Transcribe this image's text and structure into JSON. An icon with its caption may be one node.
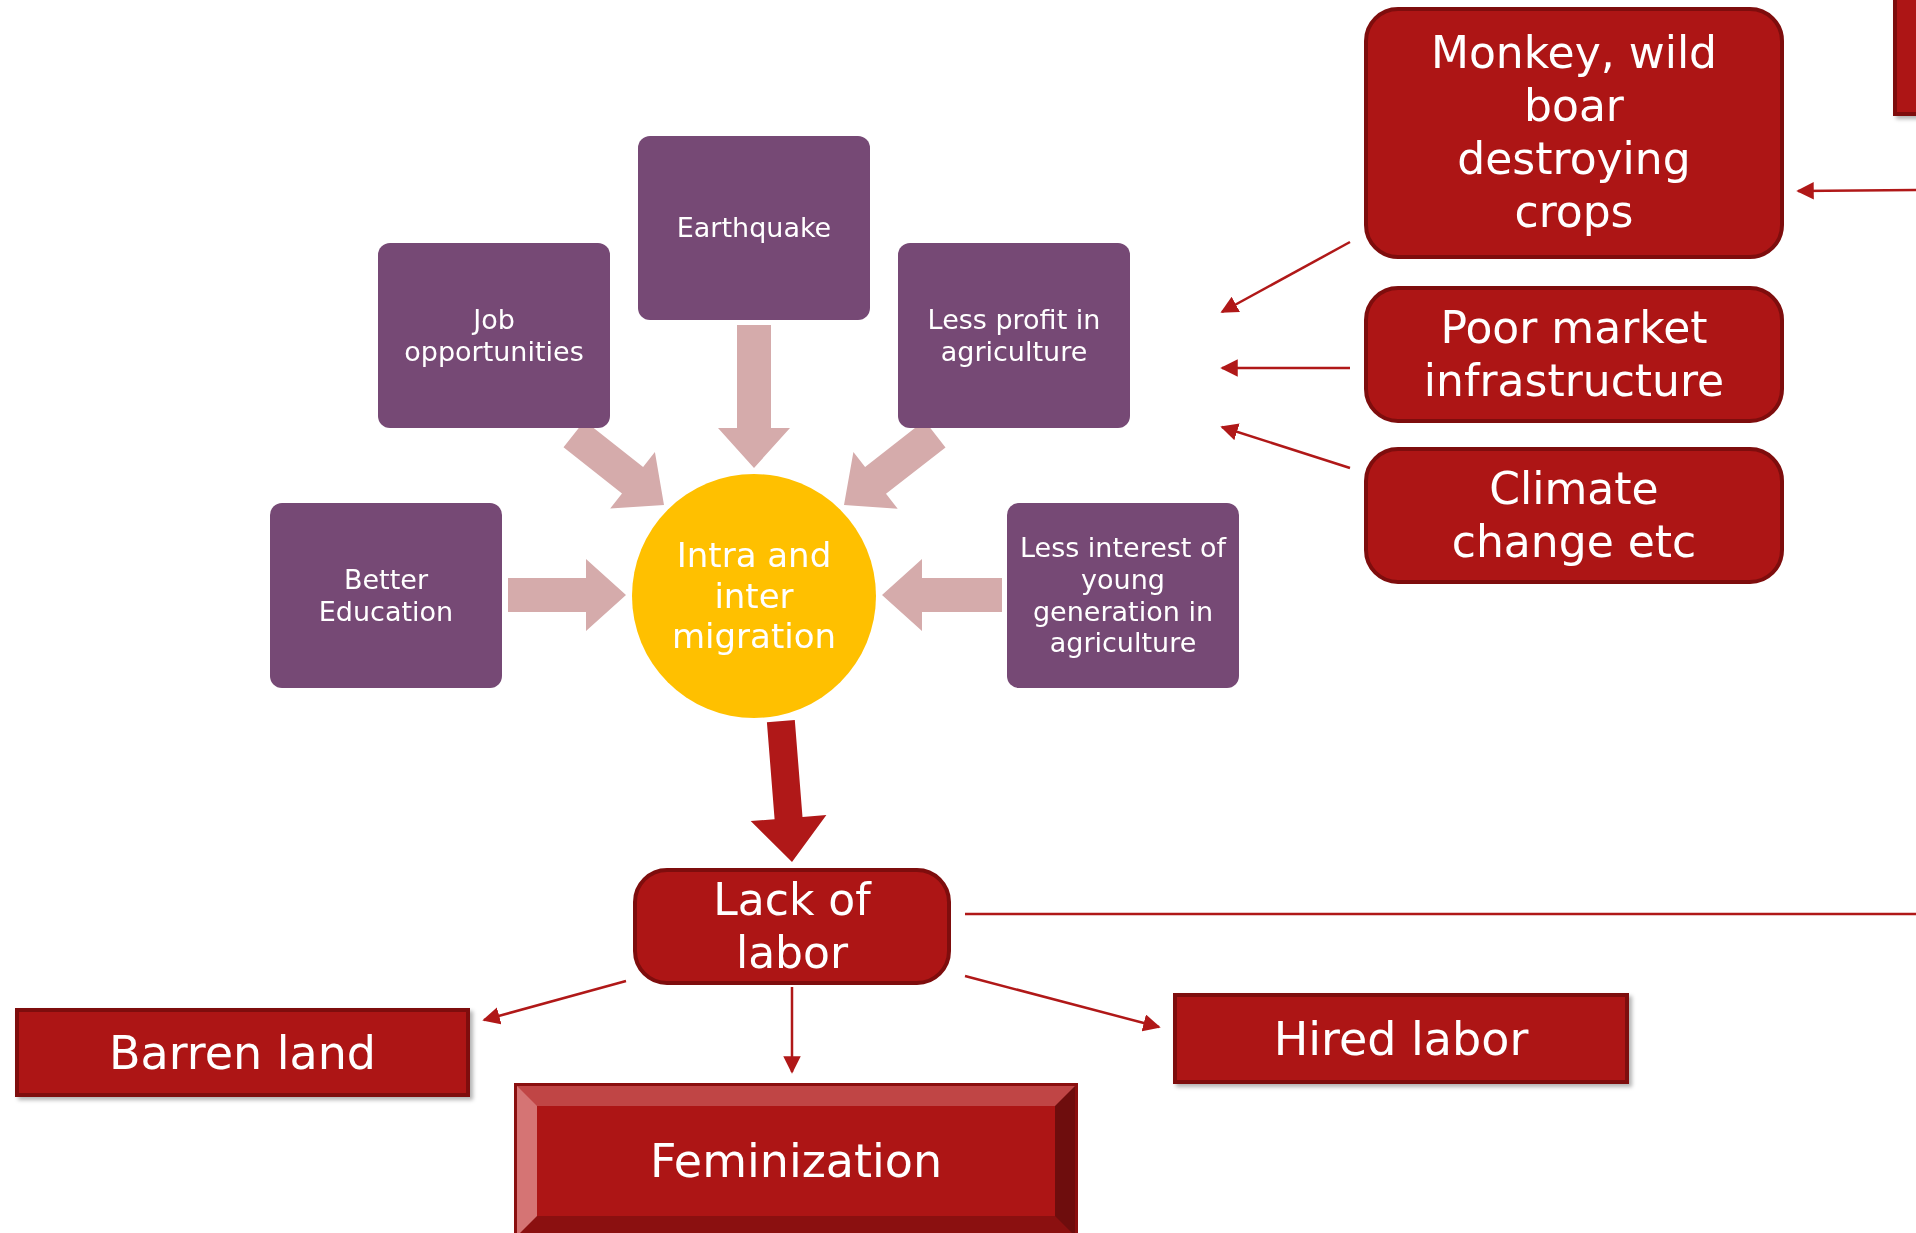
{
  "diagram": {
    "nodes": [
      {
        "text": [
          "Monkey, wild boar destroying crops"
        ]
      },
      {
        "text": [],
        "shape": "box"
      },
      {
        "text": [
          "Earthquake"
        ]
      },
      {
        "text": [
          "Job opportunities"
        ]
      },
      {
        "text": [
          "Less profit in agriculture"
        ]
      },
      {
        "text": [
          "Poor market infrastructure"
        ]
      },
      {
        "text": [
          "Climate change etc"
        ]
      },
      {
        "text": [
          "Better Education"
        ]
      },
      {
        "text": [
          "Intra and inter migration"
        ]
      },
      {
        "text": [
          "Less interest of young generation in agriculture"
        ]
      },
      {
        "text": [
          "Lack of labor"
        ]
      },
      {
        "text": [
          "Barren land"
        ]
      },
      {
        "text": [
          "Hired labor"
        ]
      },
      {
        "text": [
          "Feminization"
        ]
      }
    ],
    "edges": [
      {
        "from": null,
        "to": 0,
        "arrow": "to"
      },
      {
        "from": 0,
        "to": null,
        "arrow": "to"
      },
      {
        "from": 5,
        "to": null,
        "arrow": "to"
      },
      {
        "from": 6,
        "to": null,
        "arrow": "to"
      },
      {
        "from": 3,
        "to": 8,
        "arrow": "to",
        "style": "thick",
        "color": "#d5abab"
      },
      {
        "from": 2,
        "to": 8,
        "arrow": "to",
        "style": "thick",
        "color": "#d5abab"
      },
      {
        "from": 4,
        "to": 8,
        "arrow": "to",
        "style": "thick",
        "color": "#d5abab"
      },
      {
        "from": 7,
        "to": 8,
        "arrow": "to",
        "style": "thick",
        "color": "#d5abab"
      },
      {
        "from": 9,
        "to": 8,
        "arrow": "to",
        "style": "thick",
        "color": "#d5abab"
      },
      {
        "from": 8,
        "to": 10,
        "arrow": "to",
        "style": "thick"
      },
      {
        "from": 10,
        "to": null,
        "arrow": "none"
      },
      {
        "from": 10,
        "to": 11,
        "arrow": "to"
      },
      {
        "from": 10,
        "to": 13,
        "arrow": "to"
      },
      {
        "from": 10,
        "to": 12,
        "arrow": "to"
      }
    ]
  }
}
